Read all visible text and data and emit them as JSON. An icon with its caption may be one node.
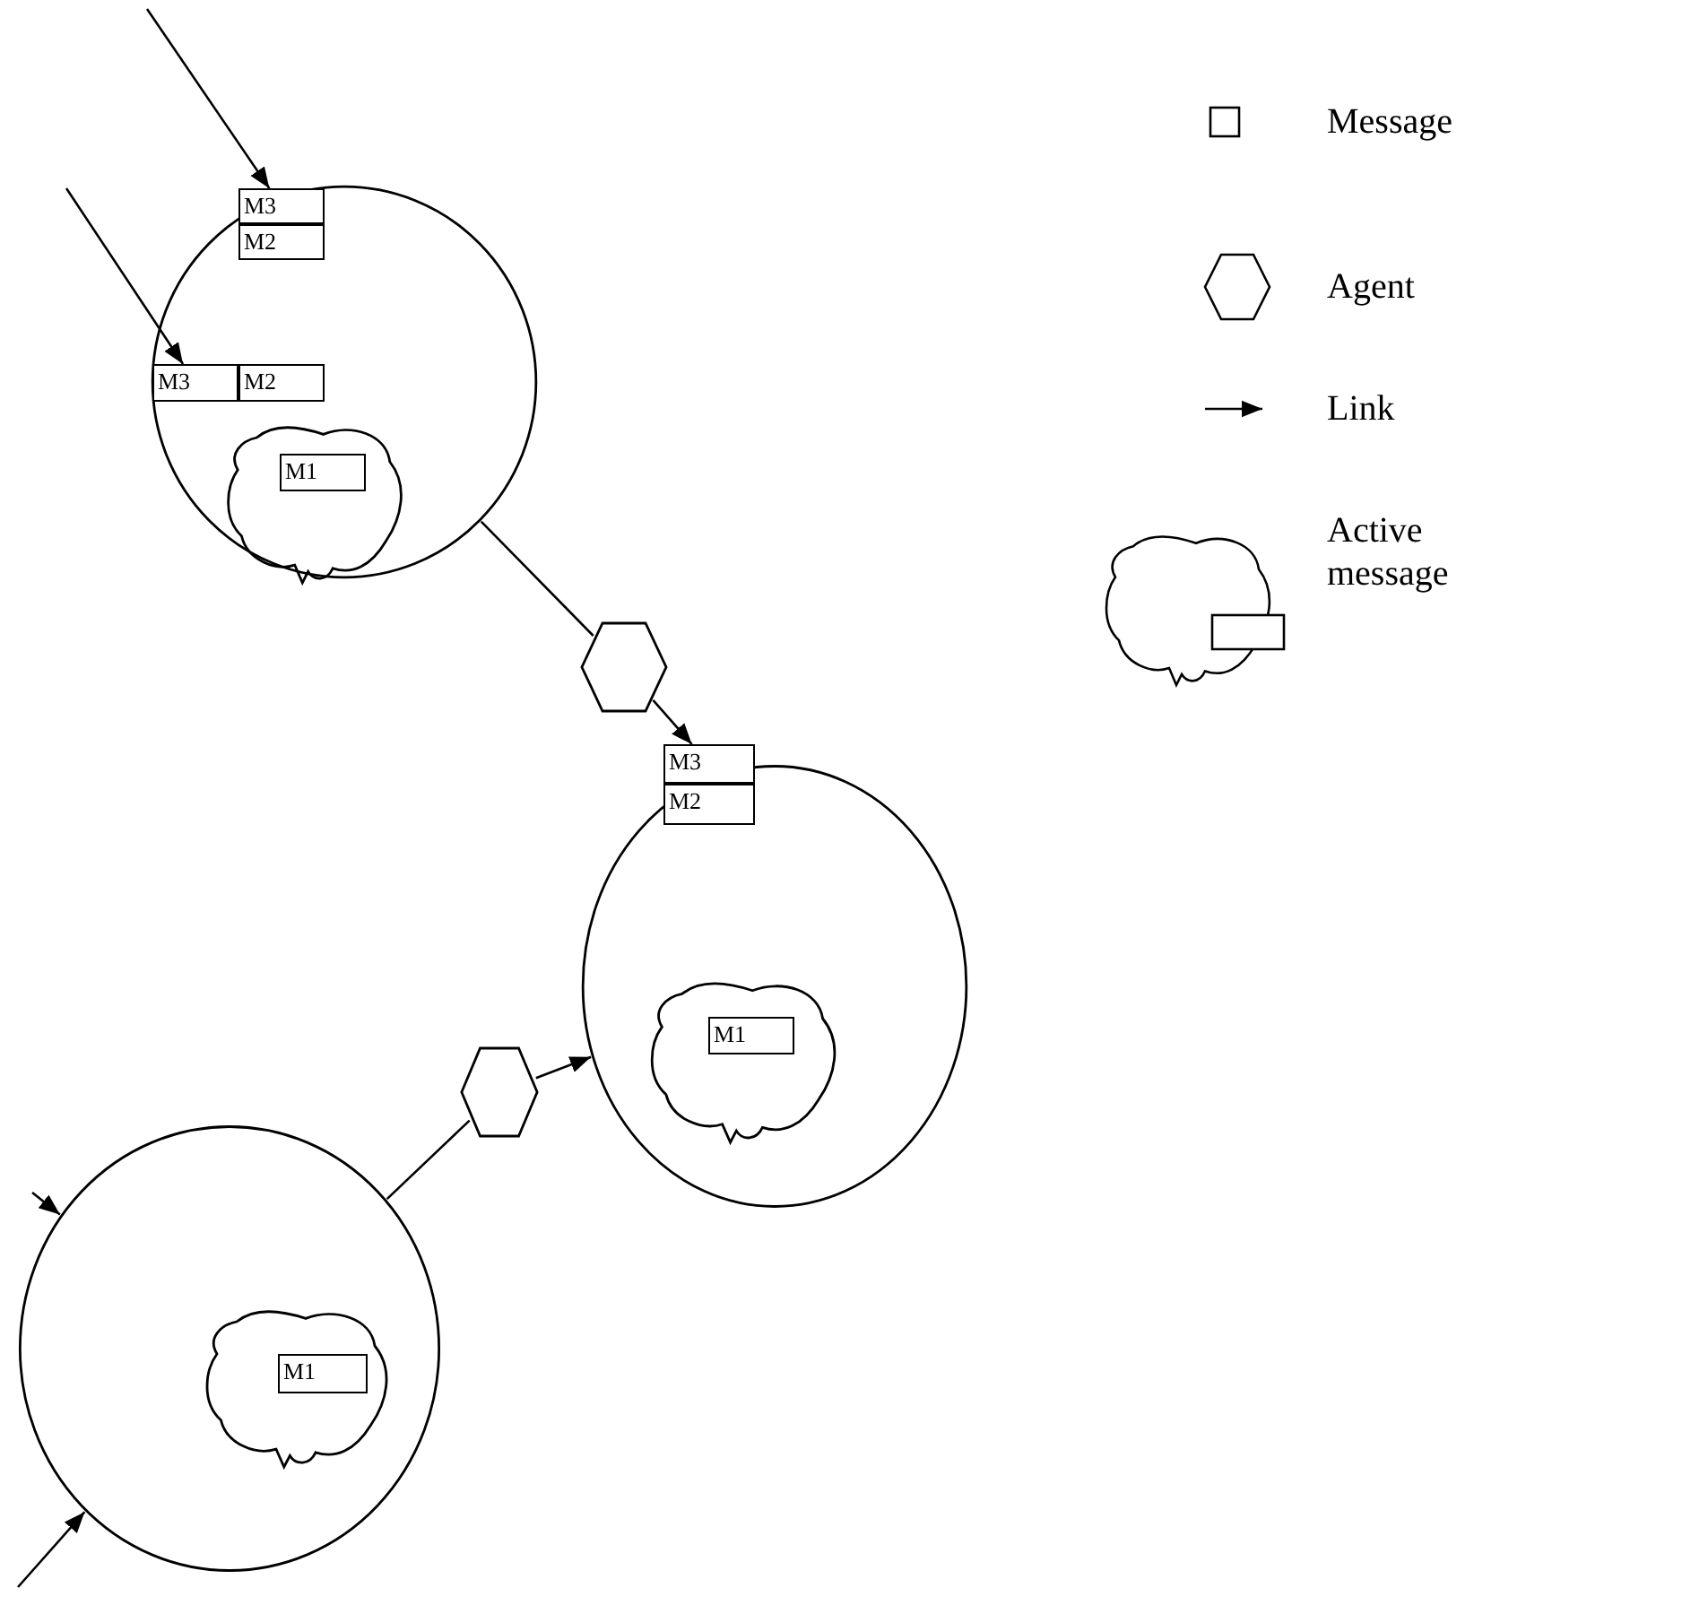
{
  "diagram": {
    "nodes": [
      {
        "text": [],
        "shape": "circle"
      },
      {
        "text": [
          "M3"
        ],
        "in": 0
      },
      {
        "text": [
          "M2"
        ],
        "in": 0
      },
      {
        "text": [
          "M3"
        ],
        "in": 0
      },
      {
        "text": [
          "M2"
        ],
        "in": 0
      },
      {
        "text": [],
        "shape": "cloud",
        "in": 0
      },
      {
        "text": [
          "M1"
        ],
        "in": 5
      },
      {
        "text": [],
        "shape": "hexagon"
      },
      {
        "text": [],
        "shape": "circle"
      },
      {
        "text": [
          "M3"
        ],
        "in": 8
      },
      {
        "text": [
          "M2"
        ],
        "in": 8
      },
      {
        "text": [],
        "shape": "cloud",
        "in": 8
      },
      {
        "text": [
          "M1"
        ],
        "in": 11
      },
      {
        "text": [],
        "shape": "hexagon"
      },
      {
        "text": [],
        "shape": "circle"
      },
      {
        "text": [],
        "shape": "cloud",
        "in": 14
      },
      {
        "text": [
          "M1"
        ],
        "in": 15
      }
    ],
    "edges": [
      {
        "from": null,
        "to": 1,
        "arrow": "to"
      },
      {
        "from": null,
        "to": 3,
        "arrow": "to"
      },
      {
        "from": 0,
        "to": 7,
        "arrow": "none"
      },
      {
        "from": 7,
        "to": 9,
        "arrow": "to"
      },
      {
        "from": 14,
        "to": 13,
        "arrow": "none"
      },
      {
        "from": 13,
        "to": 8,
        "arrow": "to"
      },
      {
        "from": null,
        "to": 14,
        "arrow": "to"
      },
      {
        "from": null,
        "to": 14,
        "arrow": "to"
      }
    ],
    "legend": [
      {
        "text": "Message"
      },
      {
        "text": "Agent"
      },
      {
        "text": "Link"
      },
      {
        "text": "Active message"
      }
    ]
  }
}
